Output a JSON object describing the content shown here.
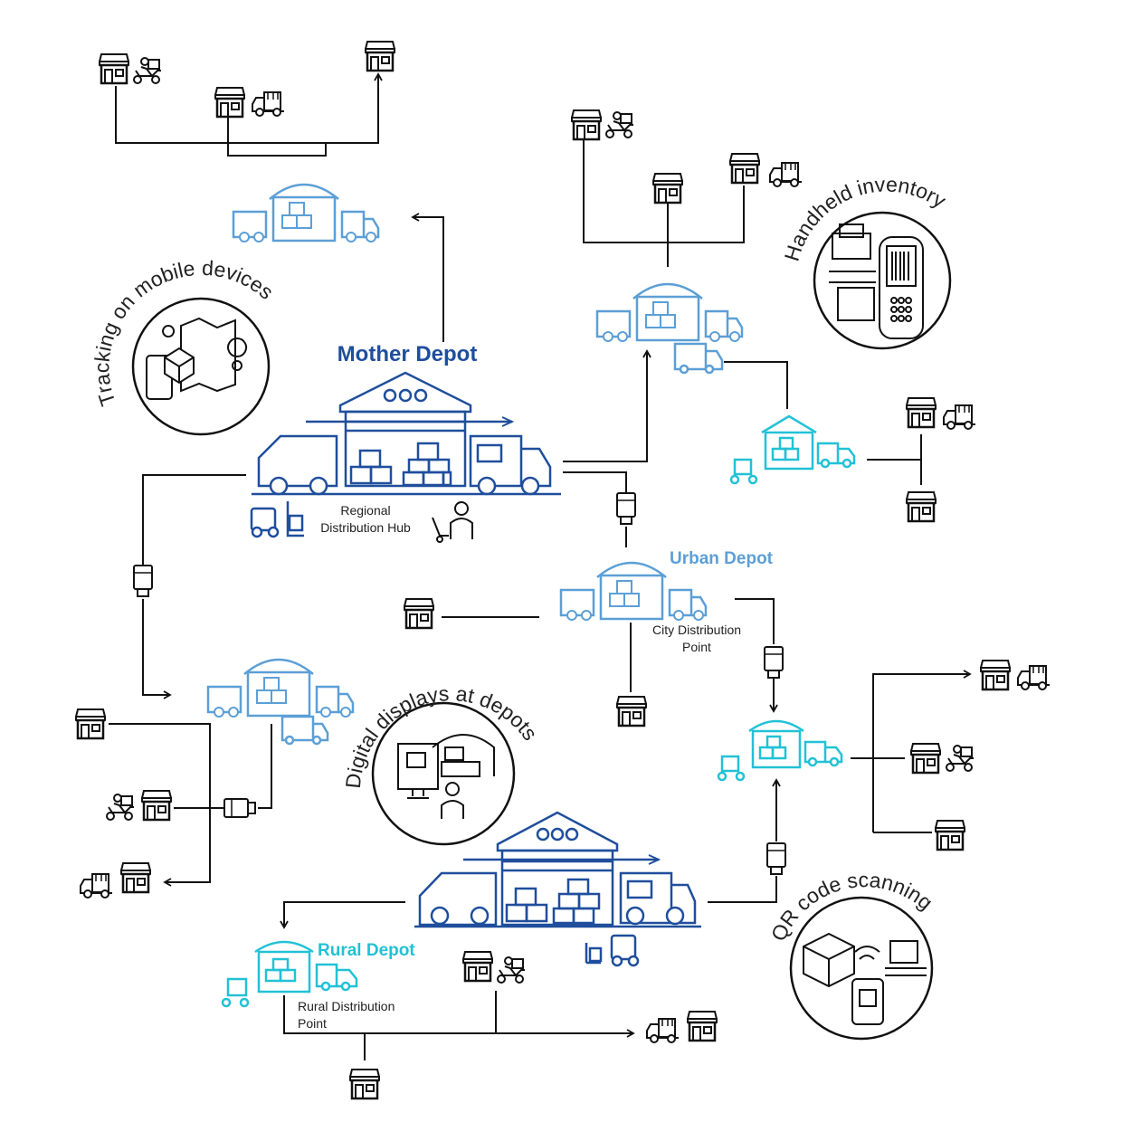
{
  "labels": {
    "mother_depot": "Mother Depot",
    "regional_hub_line1": "Regional",
    "regional_hub_line2": "Distribution Hub",
    "urban_depot": "Urban Depot",
    "city_point_line1": "City Distribution",
    "city_point_line2": "Point",
    "rural_depot": "Rural Depot",
    "rural_point_line1": "Rural Distribution",
    "rural_point_line2": "Point"
  },
  "features": {
    "tracking": "Tracking on mobile devices",
    "handheld": "Handheld inventory",
    "digital": "Digital displays at depots",
    "qr": "QR code scanning"
  },
  "colors": {
    "mother": "#1f4e9c",
    "urban": "#5c9fd6",
    "rural": "#22c1d6",
    "line": "#111111"
  }
}
